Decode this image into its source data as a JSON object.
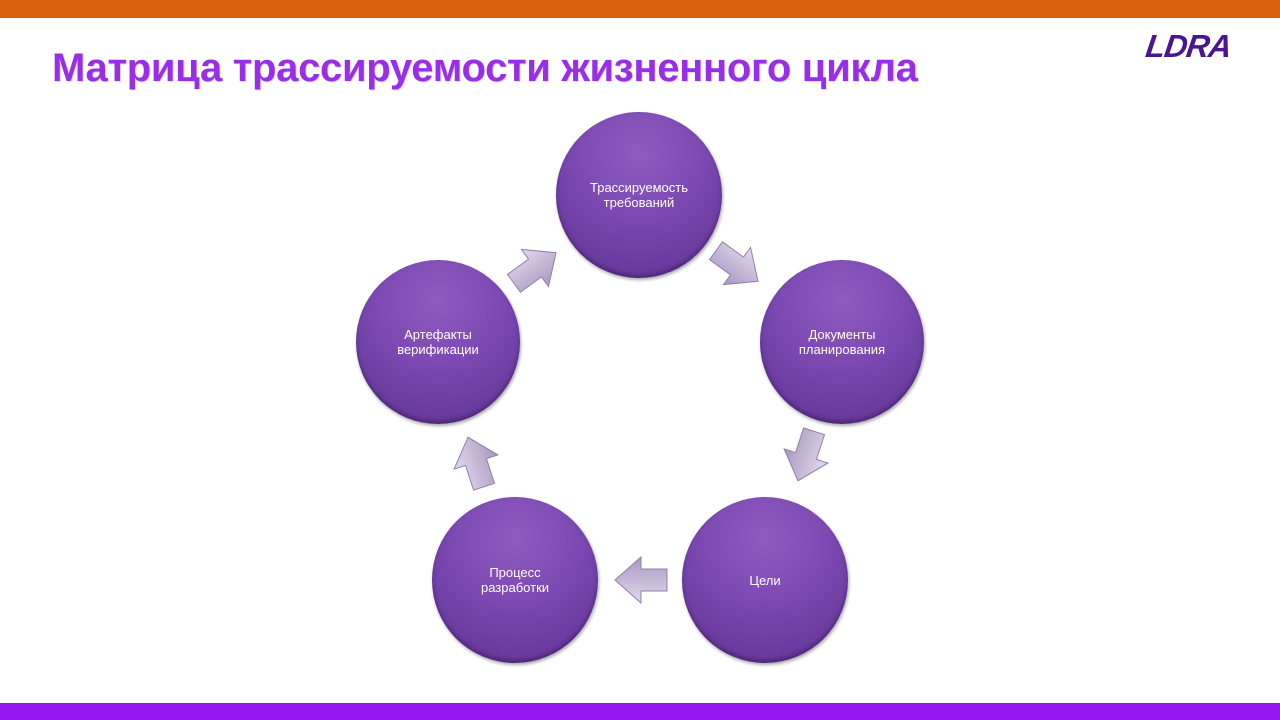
{
  "slide": {
    "title": "Матрица трассируемости жизненного цикла",
    "logo_text": "LDRA",
    "colors": {
      "top_bar": "#d9600f",
      "bottom_bar": "#9616f0",
      "title": "#9a2ee8",
      "node": "#7a48b0",
      "arrow": "#c4b6d8"
    }
  },
  "cycle": {
    "nodes": [
      {
        "label": "Трассируемость требований"
      },
      {
        "label": "Документы планирования"
      },
      {
        "label": "Цели"
      },
      {
        "label": "Процесс разработки"
      },
      {
        "label": "Артефакты верификации"
      }
    ]
  }
}
